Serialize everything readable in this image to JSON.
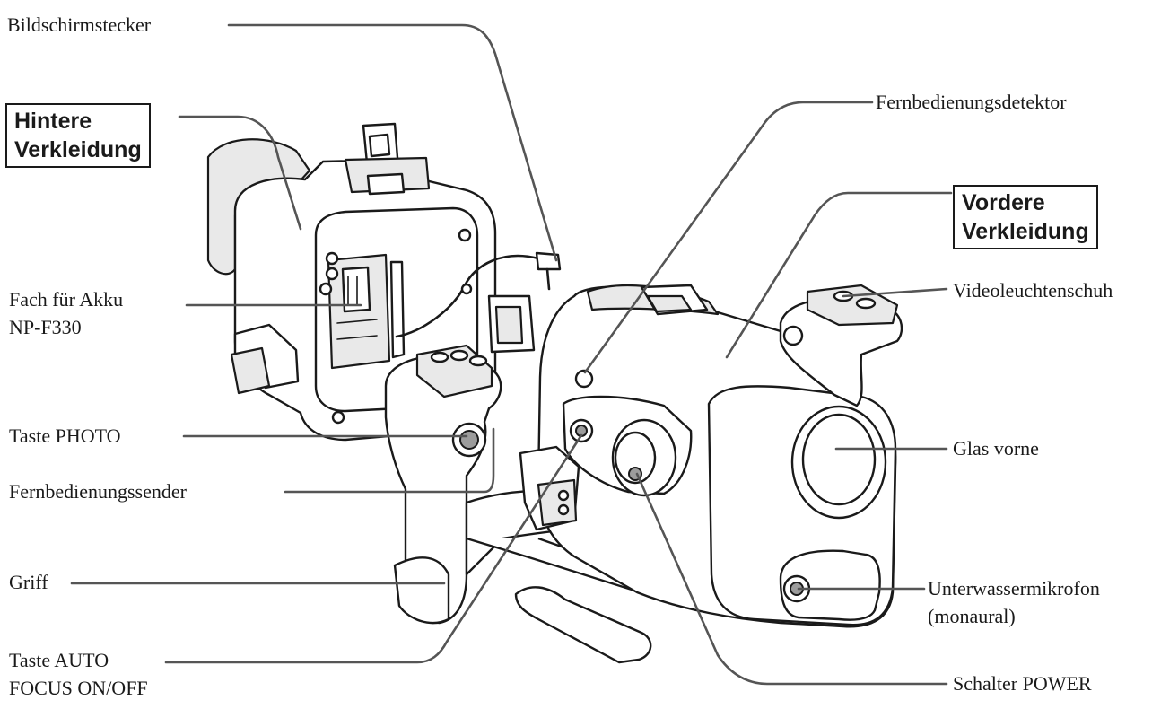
{
  "labels": {
    "bildschirmstecker": "Bildschirmstecker",
    "fach_line1": "Fach für Akku",
    "fach_line2": "NP-F330",
    "taste_photo": "Taste PHOTO",
    "fernbedienungssender": "Fernbedienungssender",
    "griff": "Griff",
    "taste_auto_line1": "Taste AUTO",
    "taste_auto_line2": "FOCUS ON/OFF",
    "fernbedienungsdetektor": "Fernbedienungsdetektor",
    "videoleuchtenschuh": "Videoleuchtenschuh",
    "glas_vorne": "Glas vorne",
    "unterwasser_line1": "Unterwassermikrofon",
    "unterwasser_line2": "(monaural)",
    "schalter_power": "Schalter POWER"
  },
  "boxes": {
    "hintere_line1": "Hintere",
    "hintere_line2": "Verkleidung",
    "vordere_line1": "Vordere",
    "vordere_line2": "Verkleidung"
  }
}
